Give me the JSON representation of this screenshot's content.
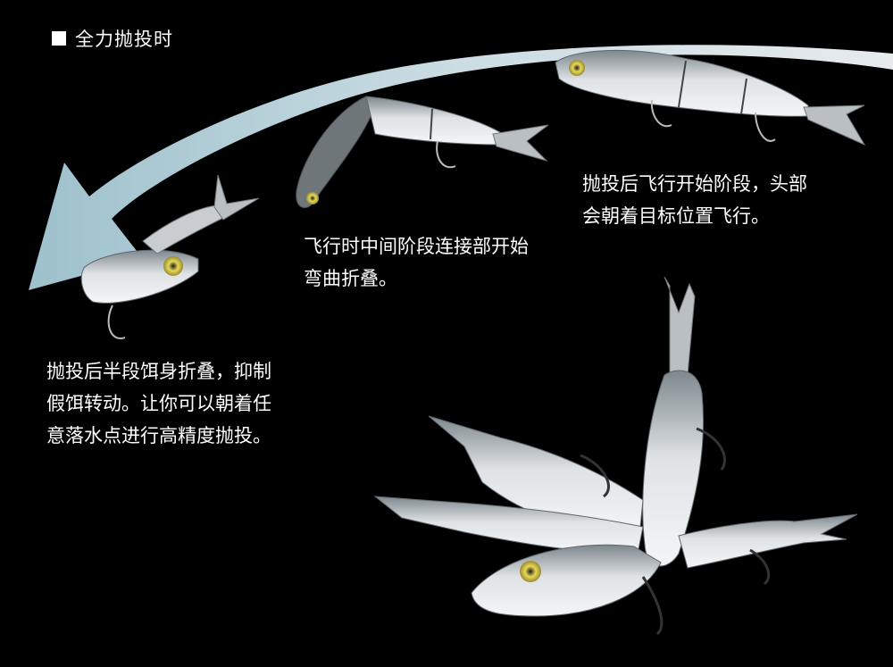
{
  "header": {
    "title": "全力抛投时"
  },
  "captions": {
    "stage_start": [
      "抛投后飞行开始阶段，头部",
      "会朝着目标位置飞行。"
    ],
    "stage_middle": [
      "飞行时中间阶段连接部开始",
      "弯曲折叠。"
    ],
    "stage_end": [
      "抛投后半段饵身折叠，抑制",
      "假饵转动。让你可以朝着任",
      "意落水点进行高精度抛投。"
    ]
  },
  "colors": {
    "background": "#000000",
    "arrow": "#cfe4ec",
    "lure_body": "#c9cdd2",
    "lure_back": "#8d969b",
    "text": "#ffffff"
  }
}
